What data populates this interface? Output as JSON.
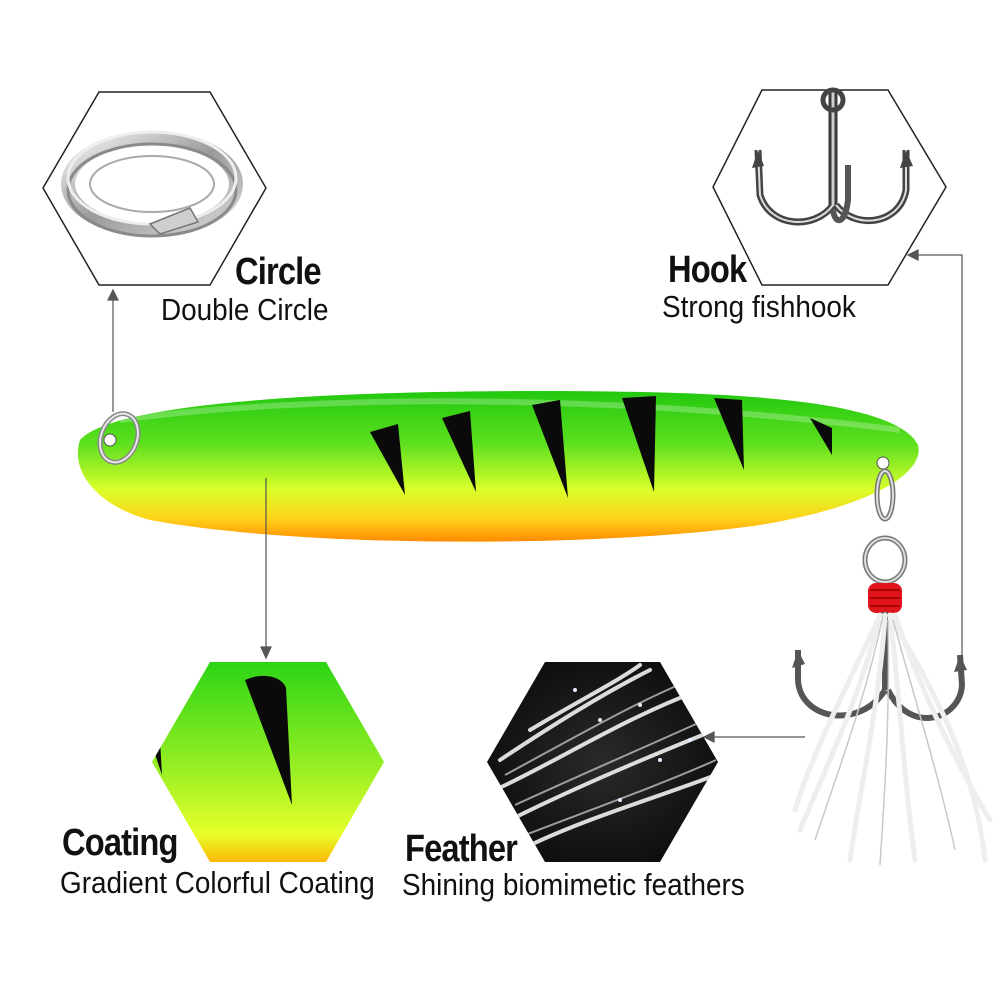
{
  "callouts": {
    "circle": {
      "title": "Circle",
      "subtitle": "Double Circle"
    },
    "hook": {
      "title": "Hook",
      "subtitle": "Strong fishhook"
    },
    "coating": {
      "title": "Coating",
      "subtitle": "Gradient Colorful Coating"
    },
    "feather": {
      "title": "Feather",
      "subtitle": "Shining biomimetic feathers"
    }
  },
  "colors": {
    "lure_green": "#2fd11a",
    "lure_yellow": "#e8ff2a",
    "lure_orange": "#ff9a00",
    "stripe": "#0a0a0a",
    "thread_red": "#e0141c",
    "line_gray": "#555555"
  },
  "icons": [
    "split-ring-image",
    "treble-hook-image",
    "coating-closeup-image",
    "feather-closeup-image",
    "spoon-lure-image"
  ]
}
